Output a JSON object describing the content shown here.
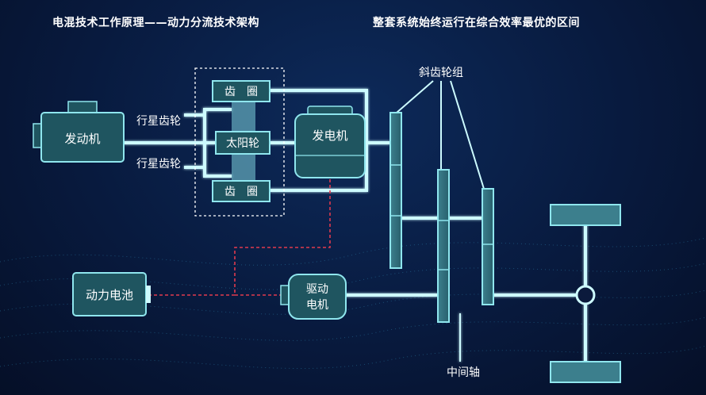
{
  "header": {
    "left_title": "电混技术工作原理——动力分流技术架构",
    "right_title": "整套系统始终运行在综合效率最优的区间"
  },
  "components": {
    "engine": "发动机",
    "planet_gear_top": "行星齿轮",
    "planet_gear_bottom": "行星齿轮",
    "ring_gear_top": "齿　圈",
    "sun_gear": "太阳轮",
    "ring_gear_bottom": "齿　圈",
    "generator": "发电机",
    "helical_gear_set": "斜齿轮组",
    "battery": "动力电池",
    "drive_motor_line1": "驱动",
    "drive_motor_line2": "电机",
    "intermediate_shaft": "中间轴"
  },
  "colors": {
    "shaft": "#cdfbff",
    "box_fill": "#1f5560",
    "box_stroke": "#8fe6ee",
    "electric_link": "#e03a4e",
    "background": "#081a3e"
  }
}
